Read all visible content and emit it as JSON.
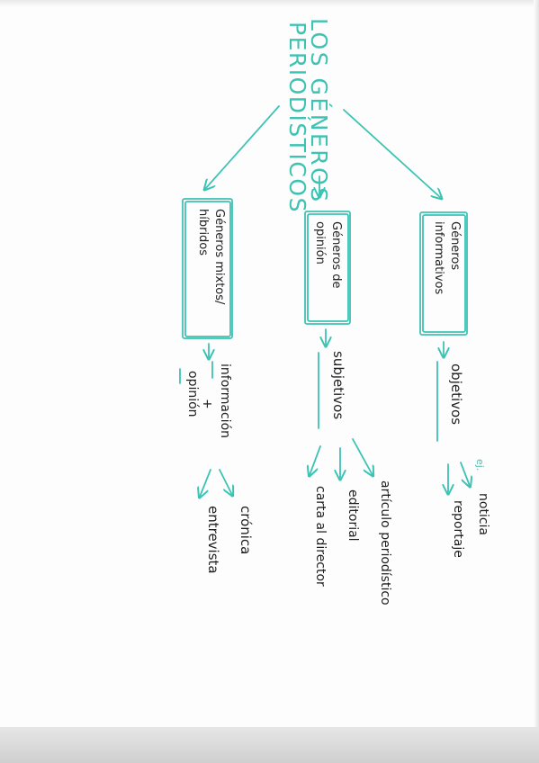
{
  "title": "LOS GÉNEROS PERIODÍSTICOS",
  "title_lines": [
    "LOS GÉNEROS",
    "PERIODÍSTICOS"
  ],
  "colors": {
    "accent": "#3dc3b4",
    "ink": "#1f1f1f",
    "paper": "#fdfdfd"
  },
  "branches": [
    {
      "box_lines": [
        "Géneros mixtos/",
        "híbridos"
      ],
      "trait_lines": [
        "información",
        "+",
        "opinión"
      ],
      "examples": [
        "crónica",
        "entrevista"
      ]
    },
    {
      "box_lines": [
        "Géneros de",
        "opinión"
      ],
      "trait": "subjetivos",
      "examples": [
        "artículo periodístico",
        "editorial",
        "carta al director"
      ]
    },
    {
      "box_lines": [
        "Géneros",
        "informativos"
      ],
      "trait": "objetivos",
      "examples_marker": "ej.",
      "examples": [
        "noticia",
        "reportaje"
      ]
    }
  ]
}
